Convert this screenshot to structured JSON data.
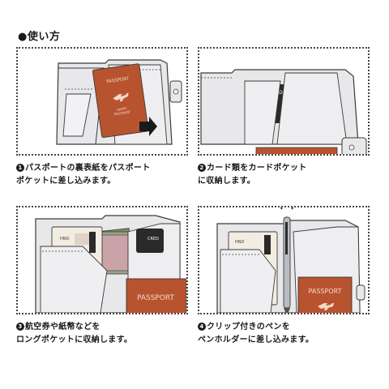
{
  "title": "●使い方",
  "steps": [
    {
      "num": "1",
      "line1": "パスポートの裏表紙をパスポート",
      "line2": "ポケットに差し込みます。"
    },
    {
      "num": "2",
      "line1": "カード類をカードポケット",
      "line2": "に収納します。"
    },
    {
      "num": "3",
      "line1": "航空券や紙幣などを",
      "line2": "ロングポケットに収納します。"
    },
    {
      "num": "4",
      "line1": "クリップ付きのペンを",
      "line2": "ペンホルダーに差し込みます。"
    }
  ],
  "passport": {
    "label": "PASSPORT",
    "sublabel": "HAPPY\nPASSPORT",
    "color": "#b8532f"
  },
  "card": {
    "label": "CRED"
  },
  "ticket": {
    "code": "HND"
  },
  "colors": {
    "case": "#e8e8ea",
    "outline": "#3a3a3a",
    "card": "#2a2a2a"
  }
}
